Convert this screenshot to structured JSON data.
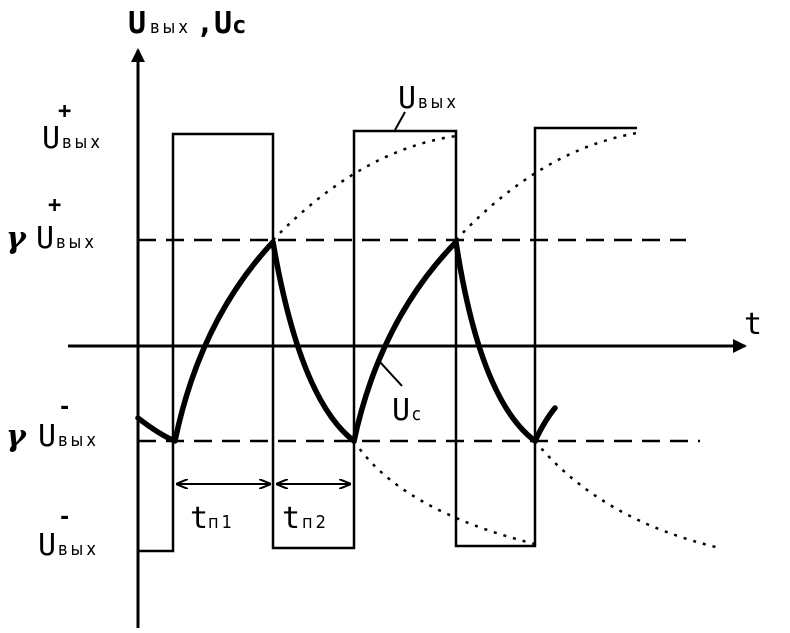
{
  "axes": {
    "y_label_main": "U",
    "y_label_sub": "вых",
    "y_label_sep": ",",
    "y_label2_main": "U",
    "y_label2_sub": "с",
    "x_label": "t"
  },
  "levels": {
    "u_plus": {
      "main": "U",
      "sup": "+",
      "sub": "вых"
    },
    "gamma_u_plus": {
      "gamma": "γ",
      "main": "U",
      "sup": "+",
      "sub": "вых"
    },
    "gamma_u_minus": {
      "gamma": "γ",
      "main": "U",
      "sup": "-",
      "sub": "вых"
    },
    "u_minus": {
      "main": "U",
      "sup": "-",
      "sub": "вых"
    }
  },
  "curve_labels": {
    "u_out": {
      "main": "U",
      "sub": "вых"
    },
    "u_c": {
      "main": "U",
      "sub": "с"
    }
  },
  "intervals": {
    "t1": {
      "main": "t",
      "sub": "п1"
    },
    "t2": {
      "main": "t",
      "sub": "п2"
    }
  },
  "colors": {
    "ink": "#000000",
    "background": "#ffffff"
  }
}
